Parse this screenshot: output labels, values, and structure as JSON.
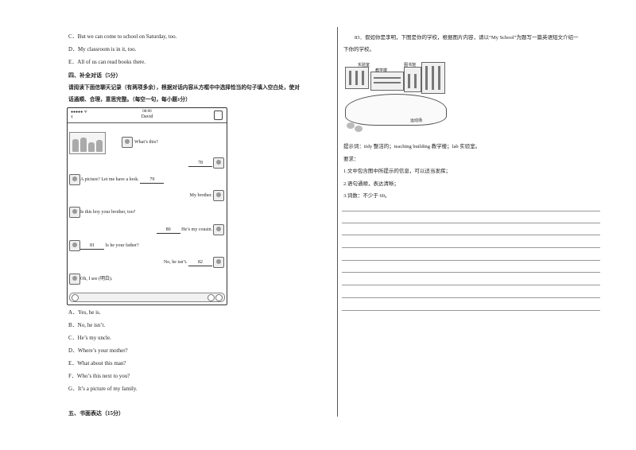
{
  "left_column": {
    "top_options": [
      "C．But we can come to school on Saturday, too.",
      "D．My classroom is in it, too.",
      "E．All of us can read books there."
    ],
    "section4_title": "四、补全对话（5分）",
    "section4_instructions_1": "请阅读下面信聊天记录（有两项多余），根据对话内容从方框中中选择恰当的句子填入空白处，使对",
    "section4_instructions_2": "话通顺、合理，意思完整。（每空一句，每小题1分）",
    "chat": {
      "signal": "●●●●●  ᯤ",
      "time": "08:00",
      "contact": "David",
      "messages": [
        {
          "side": "left",
          "text": "What’s this?"
        },
        {
          "side": "right",
          "blank": "78"
        },
        {
          "side": "left",
          "prefix": "A picture? Let me have a look.",
          "blank": "79"
        },
        {
          "side": "right",
          "text": "My brother."
        },
        {
          "side": "left",
          "text": "Is this boy your brother, too?"
        },
        {
          "side": "right",
          "blank": "80",
          "suffix": "He’s my cousin."
        },
        {
          "side": "left",
          "blank": "81",
          "suffix": "Is he your father?"
        },
        {
          "side": "right",
          "prefix": "No, he isn’t.",
          "blank": "82"
        },
        {
          "side": "left",
          "text": "Oh, I see (明白)."
        }
      ]
    },
    "choices": [
      "A．Yes, he is.",
      "B．No, he isn’t.",
      "C．He’s my uncle.",
      "D．Where’s your mother?",
      "E．What about this man?",
      "F．Who’s this next to you?",
      "G．It’s a picture of my family."
    ],
    "section5_title": "五、书面表达（15分）"
  },
  "right_column": {
    "q83_line1": "83．假如你是李明，下图是你的学校，根据图片内容，请以“My School”为题写一篇英语短文介绍一",
    "q83_line2": "下你的学校。",
    "image_labels": {
      "lab": "实验室",
      "teaching": "教学楼",
      "library": "图书馆",
      "field": "运动场"
    },
    "hint": "提示词：tidy 整洁的；teaching building 教学楼；lab 实验室。",
    "req_title": "要求：",
    "req1": "1.文中包含图中所提示的信息，可以适当发挥；",
    "req2": "2.语句通顺，表达清晰；",
    "req3": "3.词数：不少于 60。"
  }
}
